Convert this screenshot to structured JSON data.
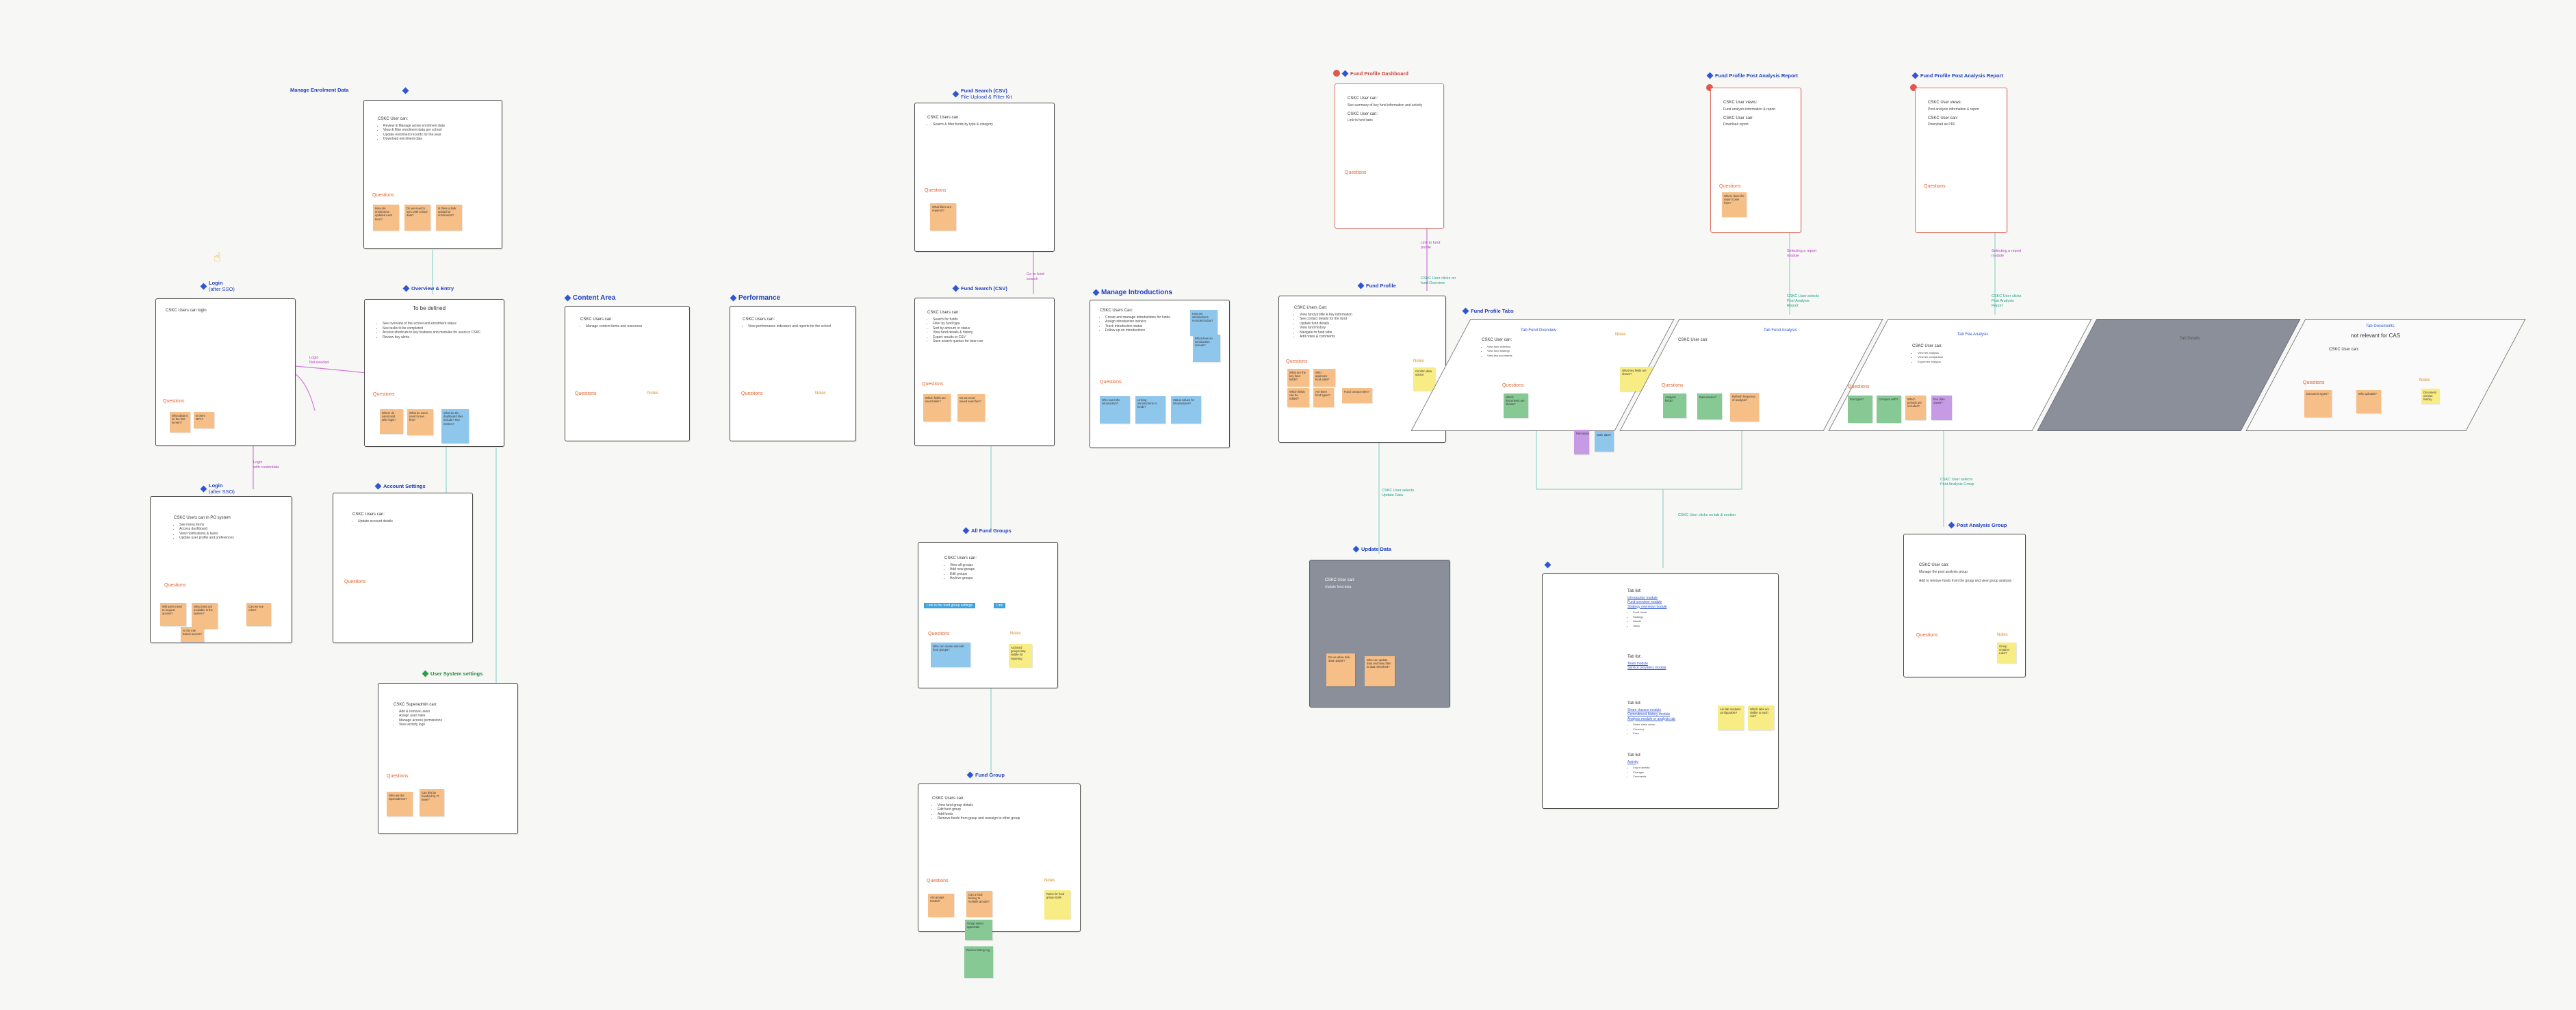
{
  "frames": {
    "manage_enrolment": {
      "title": "Manage Enrolment Data",
      "body_head": "CSKC User can:",
      "items": [
        "Review & Manage active enrolment data",
        "View & filter enrolment data per school",
        "Update enrolment records for the year",
        "Download enrolment data"
      ],
      "questions_label": "Questions",
      "stickies": [
        "How are enrolments updated each term?",
        "Do we need to sync with school data?",
        "Is there a bulk upload for enrolments?"
      ]
    },
    "login_1": {
      "title": "Login",
      "subtitle": "(after SSO)",
      "body_head": "CSKC Users can login",
      "questions_label": "Questions",
      "stickies": [
        "What data is on the first screen?",
        "Is there MFA?"
      ]
    },
    "login_2": {
      "title": "Login",
      "subtitle": "(after SSO)",
      "body_head": "CSKC Users can in PO system",
      "items": [
        "See menu items",
        "Access dashboard",
        "View notifications & tasks",
        "Update user profile and preferences"
      ],
      "questions_label": "Questions",
      "stickies": [
        "Will users need to request access?",
        "What roles are available in the system?",
        "Is this role based access?",
        "Can we see roles?"
      ]
    },
    "overview": {
      "title": "Overview & Entry",
      "todo_title": "To be defined",
      "items": [
        "See overview of the school and enrolment status",
        "See tasks to be completed",
        "Access shortcuts to key features and modules for users in CSKC",
        "Review key alerts"
      ],
      "questions_label": "Questions",
      "stickies": [
        "Where do users land after login?",
        "What do users need to see first?",
        "What do the dashboard tiles include? Key metrics?"
      ]
    },
    "account_settings": {
      "title": "Account Settings",
      "body_head": "CSKC Users can:",
      "items": [
        "Update account details"
      ],
      "questions_label": "Questions"
    },
    "user_system_settings": {
      "title": "User System settings",
      "body_head": "CSKC Superadmin can:",
      "items": [
        "Add & remove users",
        "Assign user roles",
        "Manage access permissions",
        "View activity logs"
      ],
      "questions_label": "Questions",
      "stickies": [
        "Who are the superadmins?",
        "Can this be handled by IT team?"
      ]
    },
    "content_area": {
      "title": "Content Area",
      "body_head": "CSKC Users can:",
      "items": [
        "Manage content items and resources"
      ],
      "questions_label": "Questions",
      "notes_label": "Notes"
    },
    "performance": {
      "title": "Performance",
      "body_head": "CSKC Users can:",
      "items": [
        "View performance indicators and reports for the school"
      ],
      "questions_label": "Questions",
      "notes_label": "Notes"
    },
    "fund_search_top": {
      "title": "Fund Search (CSV)",
      "subtitle": "File Upload & Filter Kit",
      "body_head": "CSKC Users can:",
      "items": [
        "Search & filter funds by type & category"
      ],
      "questions_label": "Questions",
      "stickies": [
        "What filters are required?"
      ]
    },
    "fund_search": {
      "title": "Fund Search (CSV)",
      "body_head": "CSKC Users can:",
      "items": [
        "Search for funds",
        "Filter by fund type",
        "Sort by amount or status",
        "View fund details & history",
        "Export results to CSV",
        "Save search queries for later use"
      ],
      "questions_label": "Questions",
      "stickies": [
        "Which fields are searchable?",
        "Do we need saved searches?"
      ]
    },
    "all_fund_groups": {
      "title": "All Fund Groups",
      "body_head": "CSKC Users can:",
      "items": [
        "View all groups",
        "Add new groups",
        "Edit groups",
        "Archive groups"
      ],
      "highlight": "Link to the fund group settings",
      "highlight_tag": "Link",
      "questions_label": "Questions",
      "notes_label": "Notes",
      "stickies": [
        "Who can create and edit fund groups?",
        "Archived groups stay visible for reporting"
      ]
    },
    "fund_group": {
      "title": "Fund Group",
      "body_head": "CSKC Users can:",
      "items": [
        "View fund group details",
        "Edit fund group",
        "Add funds",
        "Remove funds from group and reassign to other group"
      ],
      "questions_label": "Questions",
      "notes_label": "Notes",
      "stickies": [
        "Are groups nested?",
        "Can a fund belong to multiple groups?",
        "Rules for fund group totals",
        "Group owner approvals",
        "Review history log"
      ]
    },
    "manage_introductions": {
      "title": "Manage Introductions",
      "body_head": "CSKC Users Can:",
      "items": [
        "Create and manage introductions for funds",
        "Assign introduction owners",
        "Track introduction status",
        "Follow up on introductions"
      ],
      "questions_label": "Questions",
      "stickies": [
        "How are introductions recorded today?",
        "What does an introduction include?",
        "Who owns the introduction?",
        "Linking introductions to funds?",
        "Status values for introductions?"
      ]
    },
    "fund_profile_dashboard": {
      "title": "Fund Profile Dashboard",
      "body_head": "CSKC User can:",
      "body_line": "See summary of key fund information and activity",
      "body_head2": "CSKC User can:",
      "body_line2": "Link to fund tabs",
      "questions_label": "Questions"
    },
    "fund_profile": {
      "title": "Fund Profile",
      "body_head": "CSKC Users Can:",
      "items": [
        "View fund profile & key information",
        "See contact details for the fund",
        "Update fund details",
        "View fund history",
        "Navigate to fund tabs",
        "Add notes & comments"
      ],
      "questions_label": "Questions",
      "notes_label": "Notes",
      "stickies": [
        "What are the key fund fields?",
        "Which fields can be edited?",
        "Who approves fund edits?",
        "Are there fund types?",
        "Fund contact roles?",
        "Confirm data source"
      ]
    },
    "update_data": {
      "title": "Update Data",
      "body_head": "CSKC User can:",
      "body_line": "Update fund data",
      "stickies": [
        "Do we allow bulk data update?",
        "Who can update data and how often is data refreshed?"
      ]
    },
    "post_analysis_1": {
      "title": "Fund Profile Post Analysis Report",
      "body_head": "CSKC User views:",
      "body_line": "Fund analysis information & report",
      "body_head2": "CSKC User can:",
      "body_line2": "Download report",
      "questions_label": "Questions",
      "stickies": [
        "Where does the report come from?"
      ]
    },
    "post_analysis_2": {
      "title": "Fund Profile Post Analysis Report",
      "body_head": "CSKC User views:",
      "body_line": "Post analysis information & report",
      "body_head2": "CSKC User can:",
      "body_line2": "Download as PDF",
      "questions_label": "Questions"
    },
    "post_analysis_group": {
      "title": "Post Analysis Group",
      "body_head": "CSKC User can:",
      "body_line": "Manage the post analysis group",
      "body_line2": "Add or remove funds from the group and view group analysis",
      "questions_label": "Questions",
      "notes_label": "Notes",
      "stickies": [
        "Group creation rules?"
      ]
    },
    "tabs_detail": {
      "sections": [
        {
          "head": "Tab list:",
          "links": [
            "Introduction module",
            "Fund overview module",
            "Strategy overview module"
          ],
          "sub": [
            "Fund name",
            "Strategy",
            "Assets",
            "Team"
          ]
        },
        {
          "head": "Tab list:",
          "links": [
            "Team module",
            "Service providers module"
          ],
          "sub": []
        },
        {
          "head": "Tab list:",
          "links": [
            "Share classes module",
            "Commitment history module",
            "Analysis module or analysis tab"
          ],
          "sub": [
            "Share class name",
            "Currency",
            "Fees"
          ]
        },
        {
          "head": "Tab list:",
          "links": [
            "Activity"
          ],
          "sub": [
            "Log of activity",
            "Changes",
            "Comments"
          ]
        }
      ],
      "stickies": [
        "Are tab modules configurable?",
        "Which tabs are visible to each role?"
      ]
    }
  },
  "tabs": {
    "fund_profile_tabs_title": "Fund Profile Tabs",
    "tab_overview": {
      "title": "Tab Fund Overview",
      "body_head": "CSKC User can:",
      "items": [
        "View fund overview",
        "View fund strategy",
        "View key documents"
      ],
      "questions_label": "Questions",
      "notes_label": "Notes",
      "stickies": [
        "What key fields are shown?",
        "Which documents are shown?",
        "Permissions?",
        "Stale data?"
      ]
    },
    "tab_analysis": {
      "title": "Tab Fund Analysis",
      "body_head": "CSKC User can:",
      "questions_label": "Questions",
      "stickies": [
        "Analysis fields?",
        "Data source?",
        "Refresh frequency of analysis?"
      ]
    },
    "tab_fee_analysis": {
      "title": "Tab Fee Analysis",
      "body_head": "CSKC User can:",
      "items": [
        "View fee analysis",
        "View fee comparison",
        "Export fee analysis"
      ],
      "questions_label": "Questions",
      "stickies": [
        "Fee types?",
        "Compare with?",
        "Which periods are included?",
        "Fee data owner?"
      ]
    },
    "dark_tab": {
      "title": "Tab Details"
    },
    "tab_documents": {
      "title": "Tab Documents",
      "center_text": "not relevant for CAS",
      "body_head": "CSKC User can:",
      "questions_label": "Questions",
      "notes_label": "Notes",
      "stickies": [
        "Document types?",
        "Who uploads?",
        "Document version history"
      ]
    }
  },
  "connectors": {
    "login_link": "Login\nNot needed",
    "login_link2": "Login\nwith credentials",
    "fund_search_link": "Go to fund\nsearch",
    "fund_profile_link": "Link to fund\nprofile",
    "fund_profile_link2": "CSKC User clicks on\nfund Overview",
    "update_data_link": "CSKC User selects\nUpdate Data",
    "tabs_link": "CSKC User clicks on tab & section",
    "post_analysis_link": "CSKC User selects\nPost Analysis\nReport",
    "post_analysis_link1": "Selecting a report\nmodule",
    "post_analysis_link2": "CSKC User clicks\nPost Analysis\nReport",
    "post_analysis_link3": "Selecting a report\nmodule",
    "group_link": "CSKC User selects\nPost Analysis Group"
  },
  "colors": {
    "accent": "#2f55d4",
    "question": "#e0632f",
    "sticky_orange": "#f6bf87",
    "sticky_blue": "#8fc6ec",
    "sticky_yellow": "#f8ec84",
    "sticky_green": "#86c995",
    "connector_purple": "#b63cc4",
    "connector_teal": "#1fa08a"
  },
  "icons": [
    "diamond-icon",
    "hand-pointer-icon",
    "red-dot-icon"
  ]
}
